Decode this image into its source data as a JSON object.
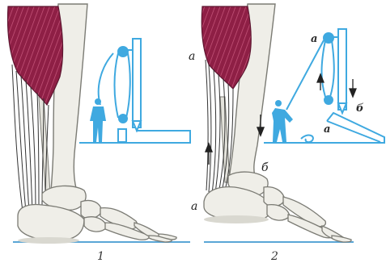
{
  "figures": [
    {
      "number": "1"
    },
    {
      "number": "2"
    }
  ],
  "labels": {
    "a_leg": "a",
    "b_leg": "б",
    "a_heel": "a",
    "a_inset_top": "a",
    "b_inset": "б",
    "a_inset_bottom": "a"
  },
  "colors": {
    "muscle": "#8e1f45",
    "muscle_stripe": "#c9587d",
    "bone": "#efeee8",
    "bone_outline": "#7b7b74",
    "shadow": "#d9d8d0",
    "tendon": "#333333",
    "inset_blue": "#3fa9e0",
    "ground_blue": "#5aa6d6"
  }
}
